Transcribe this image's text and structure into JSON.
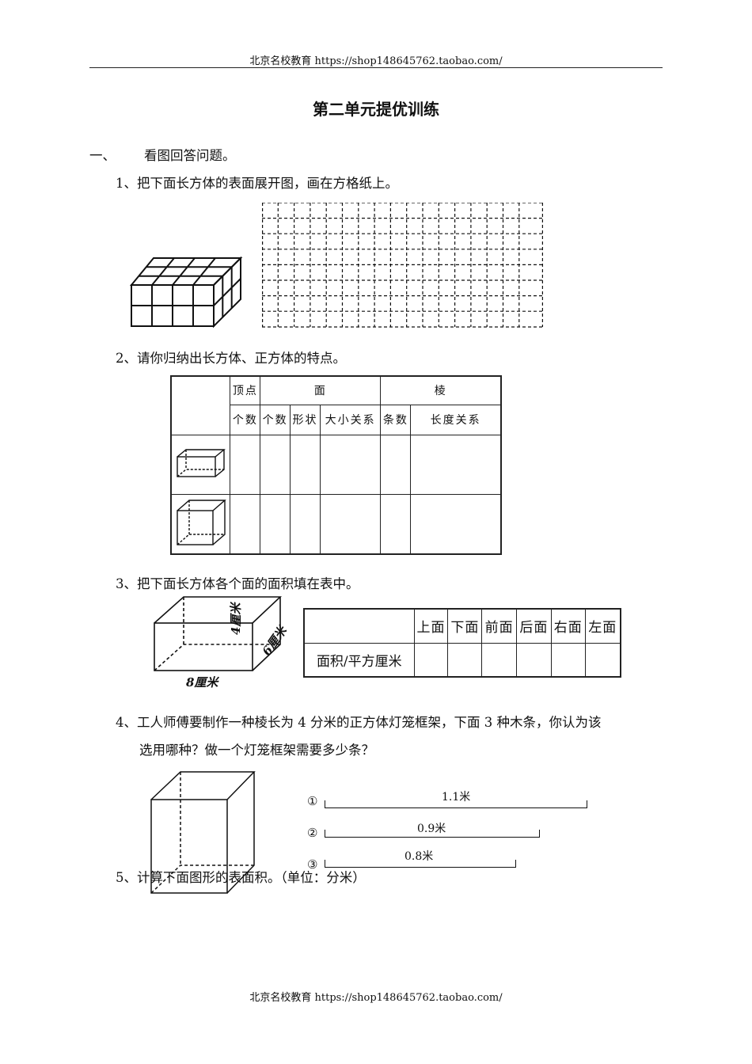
{
  "header": {
    "text": "北京名校教育 https://shop148645762.taobao.com/"
  },
  "footer": {
    "text": "北京名校教育 https://shop148645762.taobao.com/"
  },
  "title": "第二单元提优训练",
  "section1": {
    "number": "一、",
    "text": "看图回答问题。"
  },
  "q1": {
    "text": "1、把下面长方体的表面展开图，画在方格纸上。"
  },
  "q2": {
    "text": "2、请你归纳出长方体、正方体的特点。",
    "table": {
      "group_vertex": "顶点",
      "group_face": "面",
      "group_edge": "棱",
      "cols": [
        "个数",
        "个数",
        "形状",
        "大小关系",
        "条数",
        "长度关系"
      ]
    }
  },
  "q3": {
    "text": "3、把下面长方体各个面的面积填在表中。",
    "dims": {
      "length": "8厘米",
      "width": "6厘米",
      "height": "4厘米"
    },
    "table": {
      "cols": [
        "上面",
        "下面",
        "前面",
        "后面",
        "右面",
        "左面"
      ],
      "row_label": "面积/平方厘米"
    }
  },
  "q4": {
    "line1": "4、工人师傅要制作一种棱长为 4 分米的正方体灯笼框架，下面 3 种木条，你认为该",
    "line2": "选用哪种？做一个灯笼框架需要多少条？",
    "sticks": [
      {
        "mark": "①",
        "label": "1.1米"
      },
      {
        "mark": "②",
        "label": "0.9米"
      },
      {
        "mark": "③",
        "label": "0.8米"
      }
    ]
  },
  "q5": {
    "text": "5、计算下面图形的表面积。（单位：分米）"
  }
}
